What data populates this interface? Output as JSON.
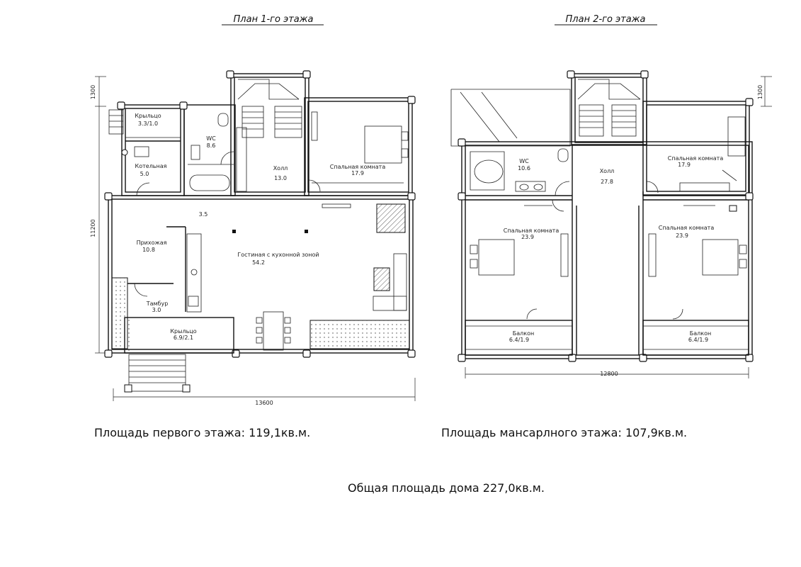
{
  "titles": {
    "floor1": "План 1-го этажа",
    "floor2": "План 2-го этажа"
  },
  "floor1": {
    "dims": {
      "width": "13600",
      "depth": "11200",
      "offset": "1300"
    },
    "rooms": {
      "porch_small": {
        "name": "Крыльцо",
        "area": "3.3/1.0"
      },
      "wc": {
        "name": "WC",
        "area": "8.6"
      },
      "hall": {
        "name": "Холл",
        "area": "13.0"
      },
      "bedroom": {
        "name": "Спальная комната",
        "area": "17.9"
      },
      "boiler": {
        "name": "Котельная",
        "area": "5.0"
      },
      "corridor": {
        "area": "3.5"
      },
      "entrance": {
        "name": "Прихожая",
        "area": "10.8"
      },
      "living": {
        "name": "Гостиная с кухонной зоной",
        "area": "54.2"
      },
      "vestibule": {
        "name": "Тамбур",
        "area": "3.0"
      },
      "porch_main": {
        "name": "Крыльцо",
        "area": "6.9/2.1"
      }
    }
  },
  "floor2": {
    "dims": {
      "width": "12800",
      "offset": "1300"
    },
    "rooms": {
      "wc": {
        "name": "WC",
        "area": "10.6"
      },
      "hall": {
        "name": "Холл",
        "area": "27.8"
      },
      "bedroom_ne": {
        "name": "Спальная комната",
        "area": "17.9"
      },
      "bedroom_w": {
        "name": "Спальная комната",
        "area": "23.9"
      },
      "bedroom_e": {
        "name": "Спальная комната",
        "area": "23.9"
      },
      "balcony_w": {
        "name": "Балкон",
        "area": "6.4/1.9"
      },
      "balcony_e": {
        "name": "Балкон",
        "area": "6.4/1.9"
      }
    }
  },
  "areas": {
    "first_floor": "Площадь первого этажа: 119,1кв.м.",
    "attic_floor": "Площадь мансарлного этажа: 107,9кв.м.",
    "total": "Общая площадь дома 227,0кв.м."
  }
}
